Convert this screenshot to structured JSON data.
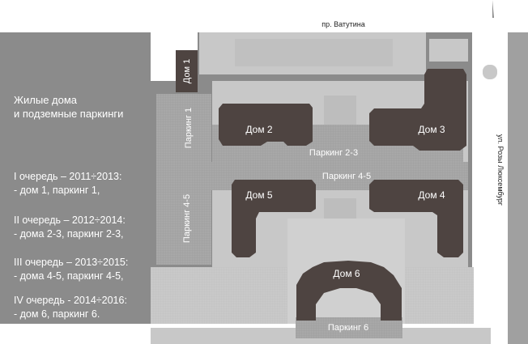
{
  "map": {
    "streets": {
      "north": "пр. Ватутина",
      "east": "ул. Розы Люксембург"
    },
    "buildings": {
      "dom1": "Дом 1",
      "dom2": "Дом 2",
      "dom3": "Дом 3",
      "dom4": "Дом 4",
      "dom5": "Дом 5",
      "dom6": "Дом 6"
    },
    "parkings": {
      "p1": "Паркинг 1",
      "p23": "Паркинг 2-3",
      "p45_h": "Паркинг 4-5",
      "p45_v": "Паркинг 4-5",
      "p6": "Паркинг 6"
    }
  },
  "legend": {
    "title": [
      "Жилые дома",
      "и подземные паркинги"
    ],
    "stages": [
      {
        "line1": "I очередь – 2011÷2013:",
        "line2": "- дом 1, паркинг 1,"
      },
      {
        "line1": "II очередь – 2012÷2014:",
        "line2": "- дома 2-3, паркинг 2-3,"
      },
      {
        "line1": "III очередь – 2013÷2015:",
        "line2": "- дома 4-5, паркинг 4-5,"
      },
      {
        "line1": "IV очередь - 2014÷2016:",
        "line2": "- дом 6, паркинг 6."
      }
    ]
  },
  "colors": {
    "background": "#8b8b8b",
    "road": "#ffffff",
    "block": "#c8c8c8",
    "parking": "#a7a7a7",
    "building": "#4e4441",
    "text_on_dark": "#ffffff",
    "text_on_light": "#222222"
  }
}
